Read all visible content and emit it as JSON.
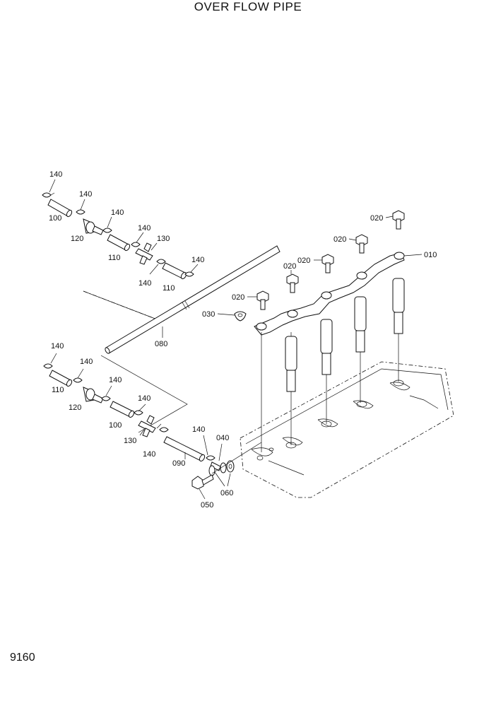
{
  "header": {
    "title": "OVER FLOW PIPE"
  },
  "footer": {
    "page_number": "9160"
  },
  "parts": {
    "p010": "010",
    "p020": "020",
    "p030": "030",
    "p040": "040",
    "p050": "050",
    "p060": "060",
    "p080": "080",
    "p090": "090",
    "p100": "100",
    "p110": "110",
    "p120": "120",
    "p130": "130",
    "p140": "140"
  }
}
